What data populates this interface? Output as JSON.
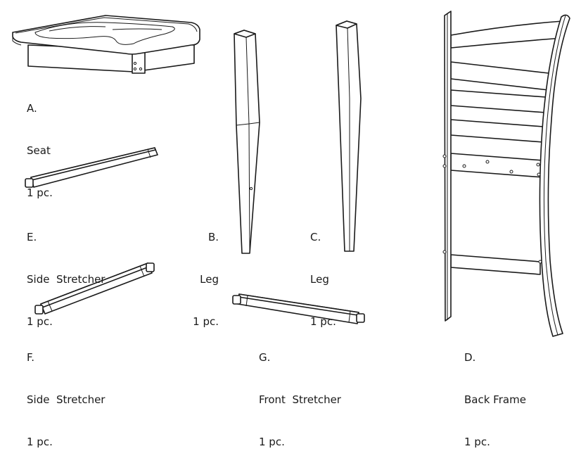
{
  "parts": {
    "a": {
      "letter": "A.",
      "name": "Seat",
      "qty": "1 pc."
    },
    "b": {
      "letter": "B.",
      "name": "Leg",
      "qty": "1 pc."
    },
    "c": {
      "letter": "C.",
      "name": "Leg",
      "qty": "1 pc."
    },
    "d": {
      "letter": "D.",
      "name": "Back Frame",
      "qty": "1 pc."
    },
    "e": {
      "letter": "E.",
      "name": "Side  Stretcher",
      "qty": "1 pc."
    },
    "f": {
      "letter": "F.",
      "name": "Side  Stretcher",
      "qty": "1 pc."
    },
    "g": {
      "letter": "G.",
      "name": "Front  Stretcher",
      "qty": "1 pc."
    }
  }
}
